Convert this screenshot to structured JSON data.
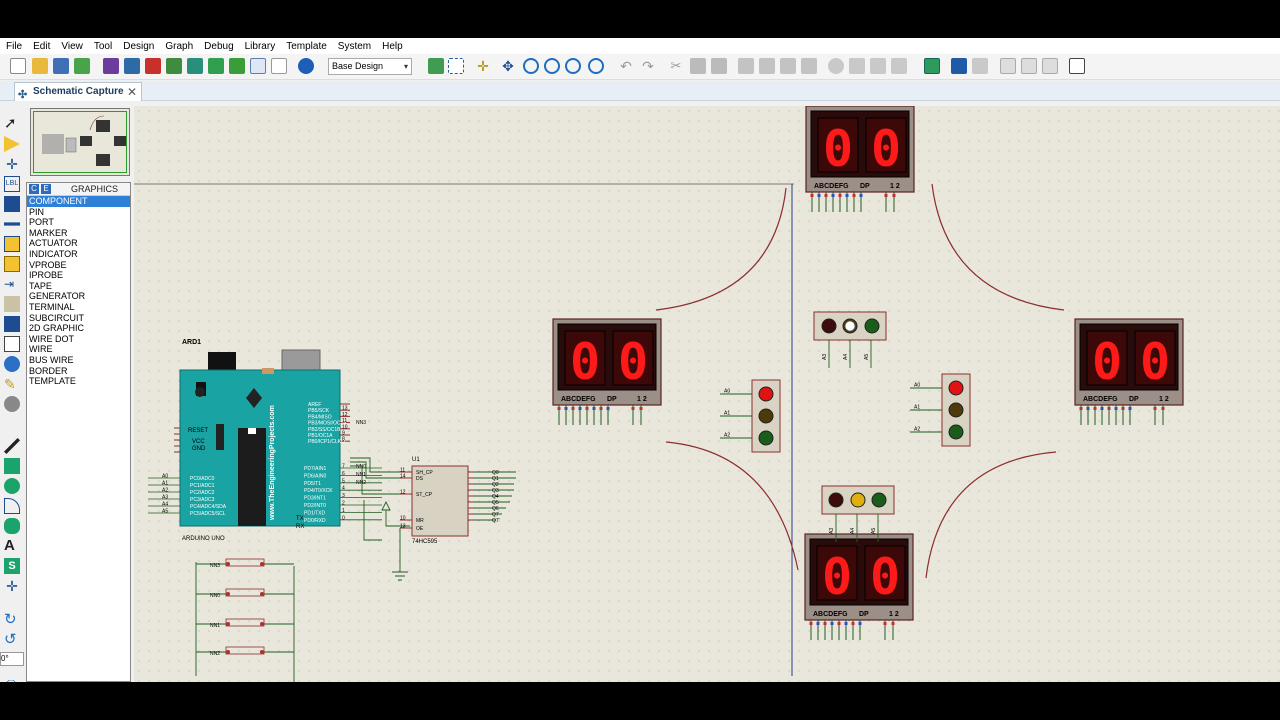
{
  "menu": [
    "File",
    "Edit",
    "View",
    "Tool",
    "Design",
    "Graph",
    "Debug",
    "Library",
    "Template",
    "System",
    "Help"
  ],
  "toolbar": {
    "design_select": "Base Design"
  },
  "tab": {
    "label": "Schematic Capture"
  },
  "list": {
    "header": "GRAPHICS",
    "header_badges": [
      "C",
      "E"
    ],
    "items": [
      "COMPONENT",
      "PIN",
      "PORT",
      "MARKER",
      "ACTUATOR",
      "INDICATOR",
      "VPROBE",
      "IPROBE",
      "TAPE",
      "GENERATOR",
      "TERMINAL",
      "SUBCIRCUIT",
      "2D GRAPHIC",
      "WIRE DOT",
      "WIRE",
      "BUS WIRE",
      "BORDER",
      "TEMPLATE"
    ],
    "selected": "COMPONENT"
  },
  "rotation": {
    "value": "0°"
  },
  "schematic": {
    "arduino": {
      "ref": "ARD1",
      "name": "ARDUINO UNO",
      "brand": "www.TheEngineeringProjects.com",
      "left_pins": [
        "RESET",
        "VCC",
        "GND"
      ],
      "analog_pins": [
        "A0",
        "A1",
        "A2",
        "A3",
        "A4",
        "A5"
      ],
      "analog_labels": [
        "PC0/ADC0",
        "PC1/ADC1",
        "PC2/ADC2",
        "PC3/ADC3",
        "PC4/ADC4/SDA",
        "PC5/ADC5/SCL"
      ],
      "right_top_pins": [
        "AREF",
        "PB5/SCK",
        "PB4/MISO",
        "PB3/MOSI/OC2A",
        "PB2/SS/OC1B",
        "PB1/OC1A",
        "PB0/ICP1/CLKO"
      ],
      "right_top_nums": [
        "13",
        "12",
        "11",
        "10",
        "9",
        "8"
      ],
      "right_bottom_pins": [
        "PD7/AIN1",
        "PD6/AIN0",
        "PD5/T1",
        "PD4/T0/XCK",
        "PD3/INT1",
        "PD2/INT0",
        "PD1/TXD",
        "PD0/RXD"
      ],
      "right_bottom_nums": [
        "7",
        "6",
        "5",
        "4",
        "3",
        "2",
        "1",
        "0"
      ],
      "tx": "TX",
      "rx": "RX",
      "net_labels": [
        "NN0",
        "NN1",
        "NN2",
        "NN3"
      ]
    },
    "shift_register": {
      "ref": "U1",
      "name": "74HC595",
      "left_pins": [
        "SH_CP",
        "DS",
        "ST_CP",
        "MR",
        "OE"
      ],
      "left_nums": [
        "11",
        "14",
        "12",
        "10",
        "13"
      ],
      "right_pins": [
        "Q0",
        "Q1",
        "Q2",
        "Q3",
        "Q4",
        "Q5",
        "Q6",
        "Q7",
        "Q7'"
      ]
    },
    "buttons": {
      "labels": [
        "NN3",
        "NN0",
        "NN1",
        "NN2"
      ]
    },
    "displays": {
      "digits": "00",
      "seg_label": "ABCDEFG",
      "dp_label": "DP",
      "digit_label": "1 2"
    },
    "traffic_lights": {
      "pins": [
        "A0",
        "A1",
        "A2",
        "A3",
        "A4",
        "A5"
      ]
    }
  }
}
